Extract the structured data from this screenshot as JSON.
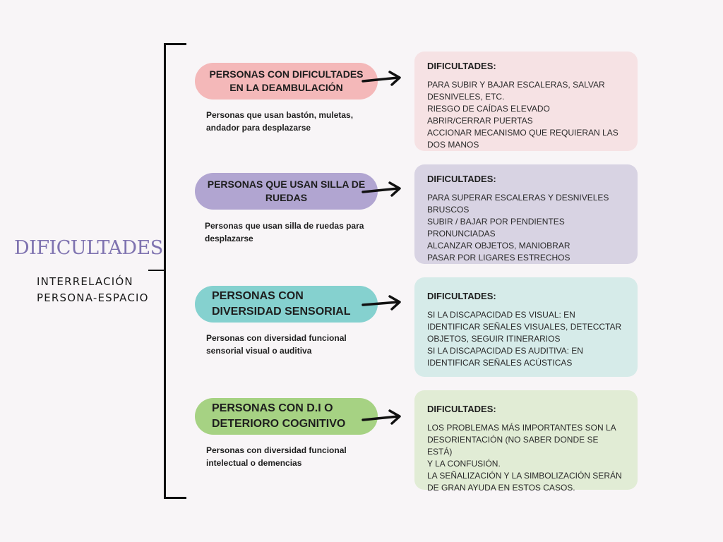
{
  "title": "DIFICULTADES",
  "subtitle": [
    "INTERRELACIÓN",
    "PERSONA-ESPACIO"
  ],
  "colors": {
    "background": "#f8f5f7",
    "title": "#7f73b0",
    "group1_pill": "#f4b8b9",
    "group1_card": "#f6e2e4",
    "group2_pill": "#b1a5d1",
    "group2_card": "#d8d3e3",
    "group3_pill": "#85d1cf",
    "group3_card": "#d6ebe9",
    "group4_pill": "#a6d283",
    "group4_card": "#e1ecd5"
  },
  "groups": [
    {
      "pill_lines": [
        "PERSONAS CON DIFICULTADES",
        "EN LA DEAMBULACIÓN"
      ],
      "desc_lines": [
        "Personas que usan bastón, muletas,",
        "andador para desplazarse"
      ],
      "card_title": "DIFICULTADES:",
      "card_lines": [
        "PARA SUBIR Y BAJAR ESCALERAS, SALVAR",
        "DESNIVELES, ETC.",
        "RIESGO DE CAÍDAS ELEVADO",
        "ABRIR/CERRAR PUERTAS",
        "ACCIONAR MECANISMO QUE REQUIERAN LAS",
        "DOS MANOS"
      ]
    },
    {
      "pill_lines": [
        "PERSONAS QUE USAN SILLA DE",
        "RUEDAS"
      ],
      "desc_lines": [
        "Personas que usan silla de ruedas para",
        "desplazarse"
      ],
      "card_title": "DIFICULTADES:",
      "card_lines": [
        "PARA SUPERAR ESCALERAS Y DESNIVELES",
        "BRUSCOS",
        "SUBIR / BAJAR POR PENDIENTES",
        "PRONUNCIADAS",
        "ALCANZAR OBJETOS, MANIOBRAR",
        "PASAR POR LIGARES ESTRECHOS"
      ]
    },
    {
      "pill_lines": [
        "PERSONAS CON",
        "DIVERSIDAD SENSORIAL"
      ],
      "desc_lines": [
        "Personas con diversidad funcional",
        "sensorial visual o auditiva"
      ],
      "card_title": "DIFICULTADES:",
      "card_lines": [
        "SI LA DISCAPACIDAD ES VISUAL:  EN",
        "IDENTIFICAR SEÑALES VISUALES, DETECCTAR",
        "OBJETOS, SEGUIR ITINERARIOS",
        "SI LA DISCAPACIDAD ES AUDITIVA: EN",
        "IDENTIFICAR SEÑALES ACÚSTICAS"
      ]
    },
    {
      "pill_lines": [
        "PERSONAS CON D.I O",
        "DETERIORO COGNITIVO"
      ],
      "desc_lines": [
        "Personas con diversidad funcional",
        "intelectual o demencias"
      ],
      "card_title": "DIFICULTADES:",
      "card_lines": [
        "LOS PROBLEMAS MÁS IMPORTANTES SON LA",
        "DESORIENTACIÓN (NO SABER DONDE SE ESTÁ)",
        "Y LA CONFUSIÓN.",
        "LA SEÑALIZACIÓN Y LA SIMBOLIZACIÓN SERÁN",
        "DE GRAN AYUDA EN ESTOS CASOS."
      ]
    }
  ]
}
